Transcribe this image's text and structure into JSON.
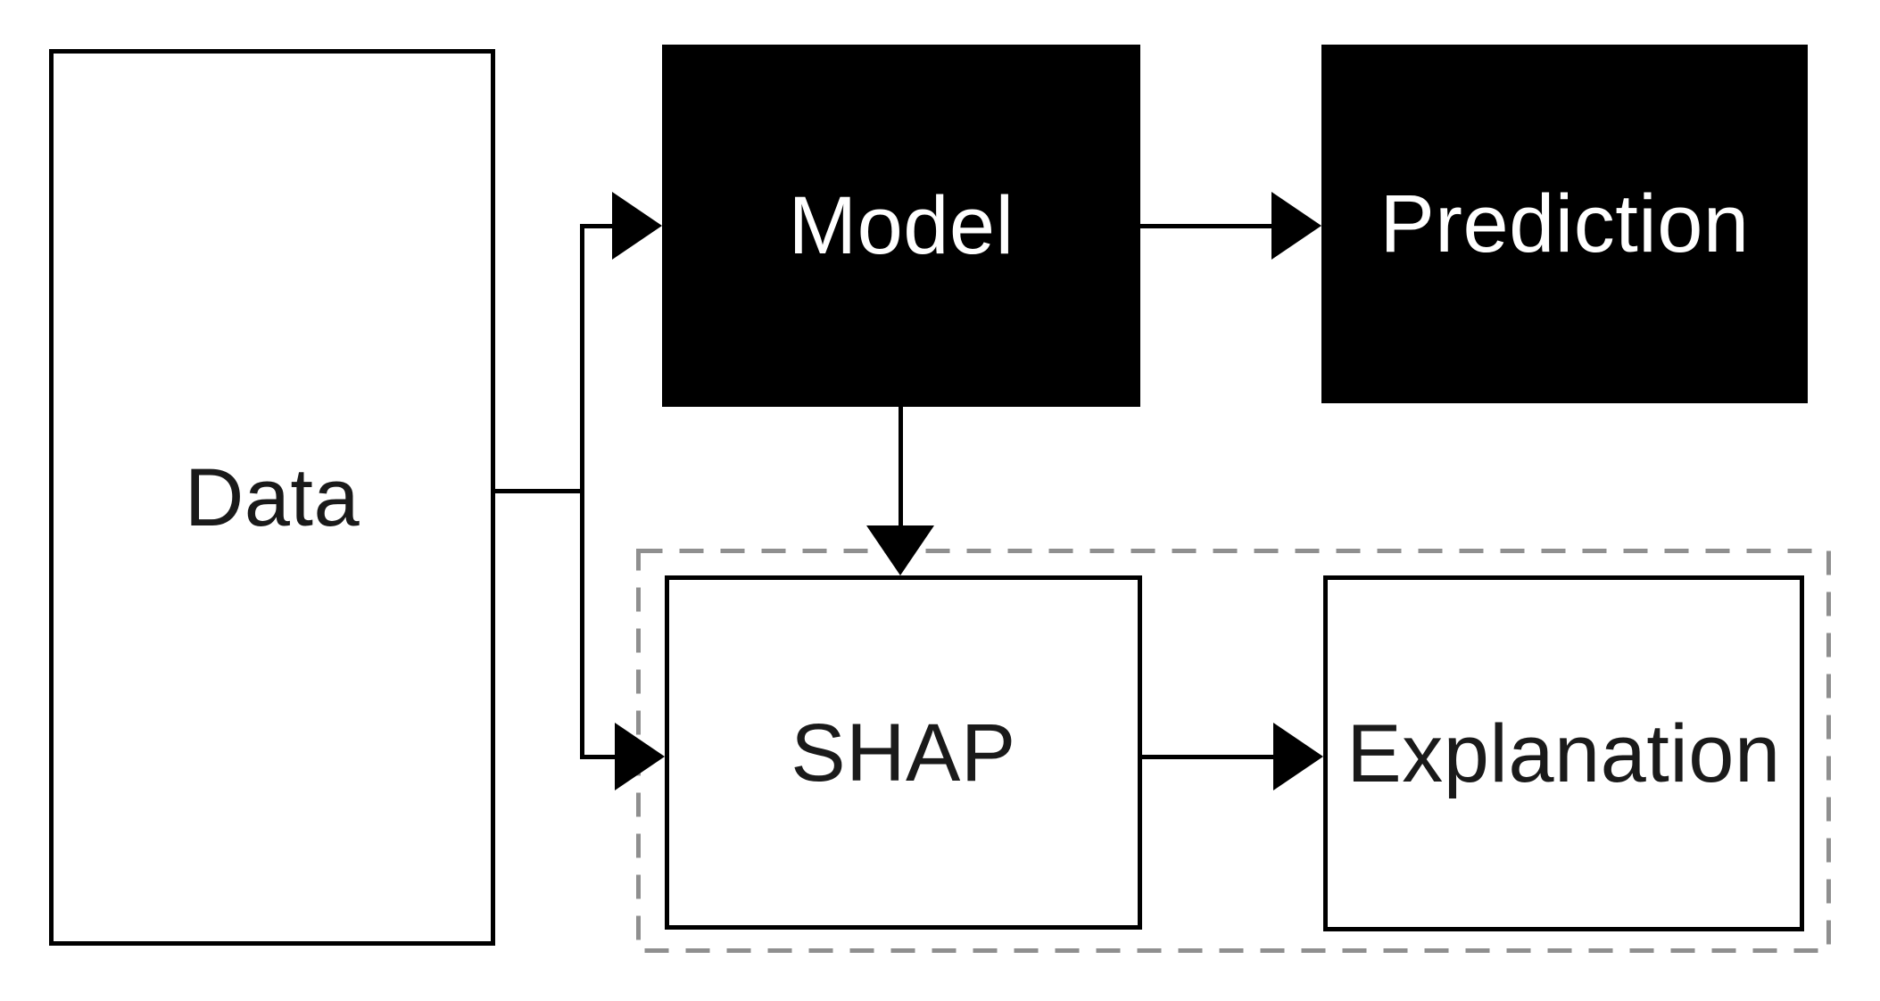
{
  "diagram": {
    "nodes": {
      "data": {
        "label": "Data",
        "style": "outlined"
      },
      "model": {
        "label": "Model",
        "style": "filled"
      },
      "prediction": {
        "label": "Prediction",
        "style": "filled"
      },
      "shap": {
        "label": "SHAP",
        "style": "outlined"
      },
      "explanation": {
        "label": "Explanation",
        "style": "outlined"
      }
    },
    "edges": [
      {
        "from": "Data",
        "to": "Model"
      },
      {
        "from": "Data",
        "to": "SHAP"
      },
      {
        "from": "Model",
        "to": "Prediction"
      },
      {
        "from": "Model",
        "to": "SHAP"
      },
      {
        "from": "SHAP",
        "to": "Explanation"
      }
    ],
    "groups": [
      {
        "members": [
          "SHAP",
          "Explanation"
        ],
        "border_style": "dashed"
      }
    ],
    "colors": {
      "background": "#ffffff",
      "node_fill_dark": "#000000",
      "node_fill_light": "#ffffff",
      "node_border": "#000000",
      "connector": "#000000",
      "dashed_group_border": "#8f8f8f",
      "text_dark": "#1a1a1a",
      "text_light": "#ffffff"
    }
  }
}
